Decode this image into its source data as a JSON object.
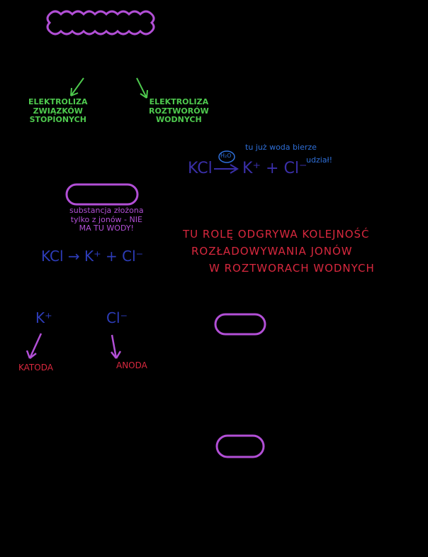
{
  "branches": {
    "left": [
      "ELEKTROLIZA",
      "ZWIĄZKÓW",
      "STOPIONYCH"
    ],
    "right": [
      "ELEKTROLIZA",
      "ROZTWORÓW",
      "WODNYCH"
    ]
  },
  "aqueous": {
    "equation_left": "KCl",
    "arrow_label": "H₂O",
    "equation_right": "K⁺ + Cl⁻",
    "note": [
      "tu już woda bierze",
      "udział!"
    ]
  },
  "molten": {
    "note": [
      "substancja złożona",
      "tylko z jonów - NIE",
      "MA TU WODY!"
    ],
    "equation": "KCl → K⁺ + Cl⁻"
  },
  "order_note": [
    "TU ROLĘ ODGRYWA KOLEJNOŚĆ",
    "ROZŁADOWYWANIA JONÓW",
    "W ROZTWORACH WODNYCH"
  ],
  "ions": {
    "cation": "K⁺",
    "anion": "Cl⁻",
    "cathode": "KATODA",
    "anode": "ANODA"
  },
  "colors": {
    "green": "#4ec94e",
    "violet": "#b24fd6",
    "red": "#d8283e",
    "blue": "#2f6fd8"
  }
}
